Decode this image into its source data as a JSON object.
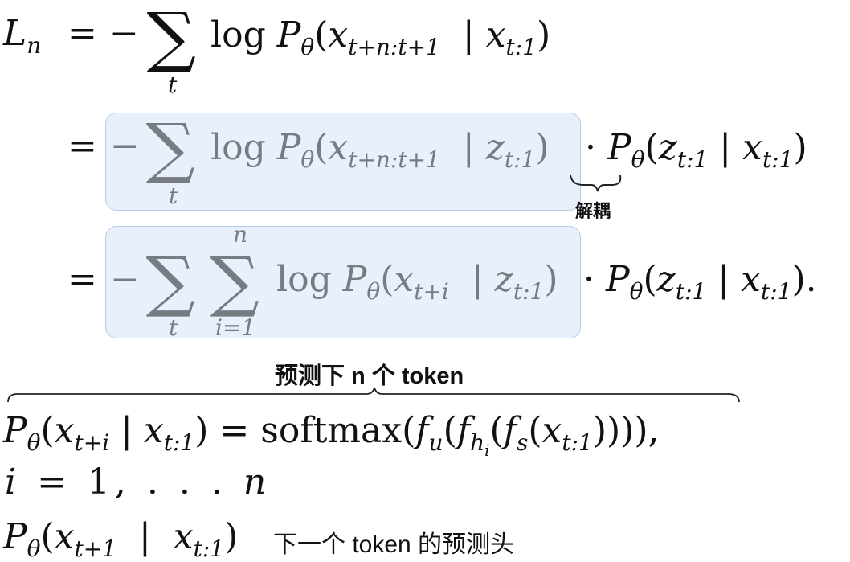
{
  "annotations": {
    "decouple": "解耦",
    "predict_next_n": "预测下 n 个 token",
    "next_token_head": "下一个 token 的预测头"
  },
  "colors": {
    "box_fill": "#e8f0fb",
    "box_border": "#b9cbe7",
    "faded_text": "#777c83",
    "text": "#111111"
  }
}
